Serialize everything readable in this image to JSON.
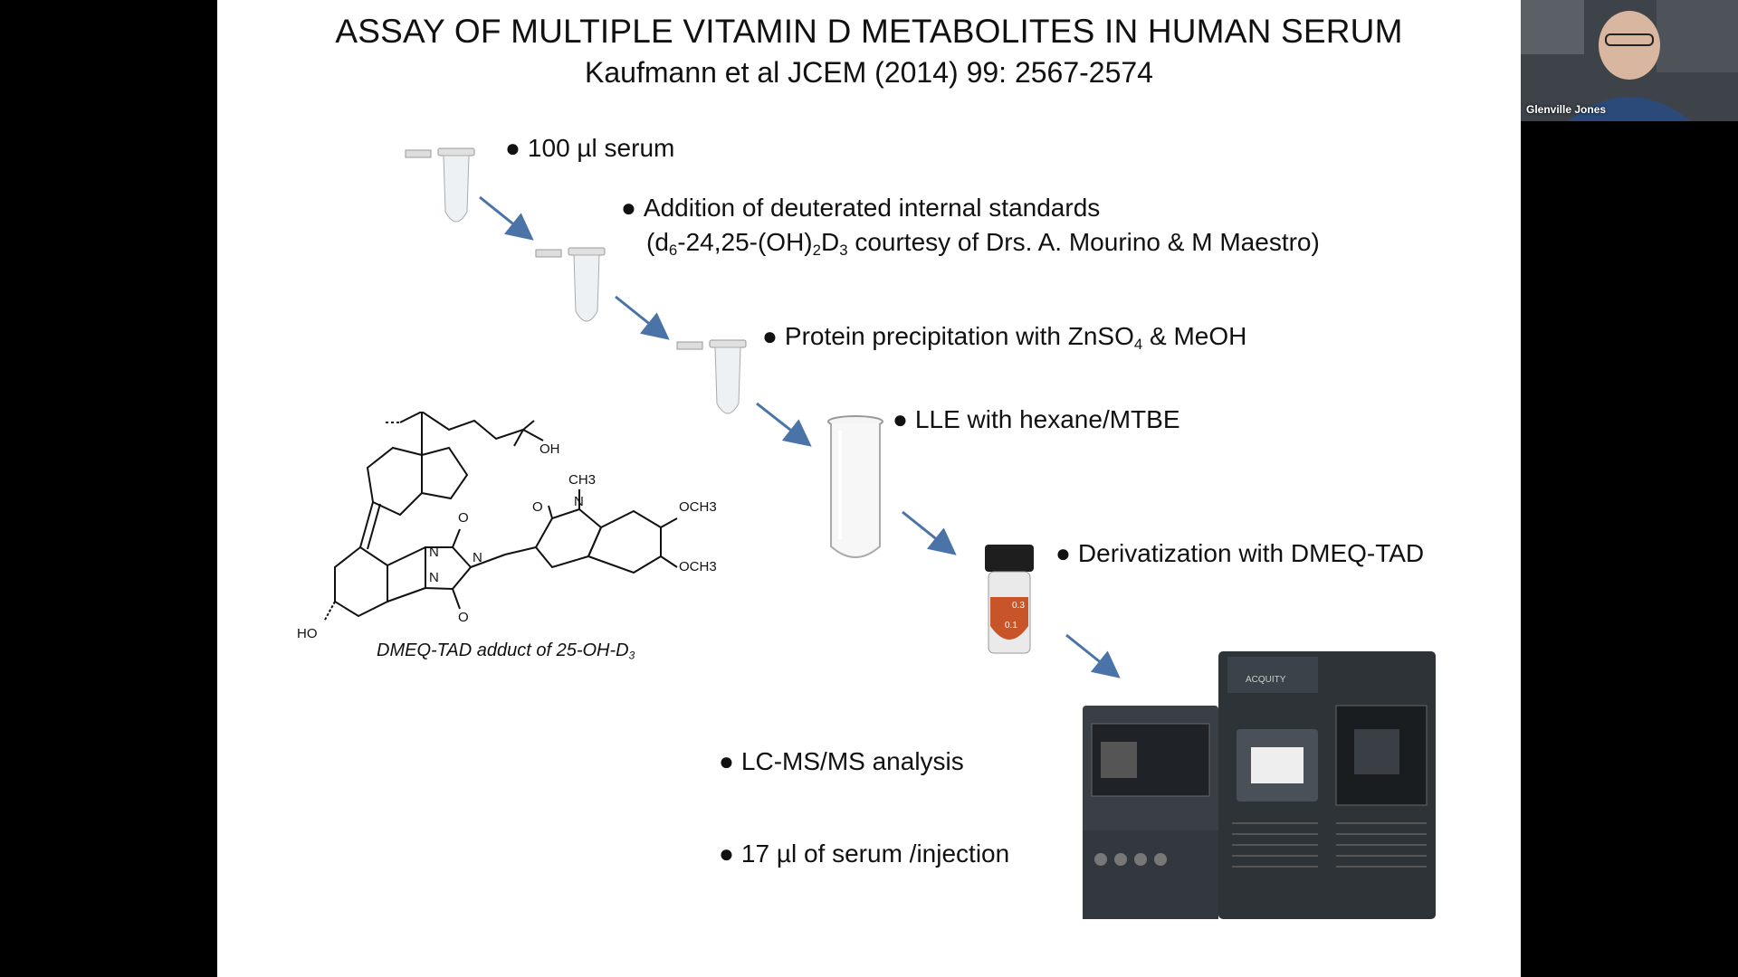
{
  "slide": {
    "title": "ASSAY OF MULTIPLE VITAMIN D METABOLITES IN HUMAN SERUM",
    "subtitle": "Kaufmann et al JCEM (2014) 99: 2567-2574",
    "bullet_symbol": "●",
    "steps": {
      "serum": "100 µl serum",
      "internal_standards_line1": "Addition of deuterated internal standards",
      "internal_standards_line2": {
        "part1": "(d",
        "sub1": "6",
        "part2": "-24,25-(OH)",
        "sub2": "2",
        "part3": "D",
        "sub3": "3",
        "part4": " courtesy of Drs. A. Mourino & M Maestro)"
      },
      "protein_precipitation": {
        "part1": "Protein precipitation with ZnSO",
        "sub1": "4",
        "part2": " & MeOH"
      },
      "lle": "LLE with hexane/MTBE",
      "derivatization": "Derivatization with DMEQ-TAD",
      "lcms": "LC-MS/MS analysis",
      "injection": "17 µl of serum /injection"
    },
    "structure": {
      "caption_main": "DMEQ-TAD adduct of 25-OH-D",
      "caption_sub": "3",
      "atom_labels": {
        "oh": "OH",
        "ch3": "CH3",
        "o_top": "O",
        "o_left": "O",
        "n_top": "N",
        "n1": "N",
        "n2": "N",
        "n_ring": "N",
        "o_bottom": "O",
        "och3_top": "OCH3",
        "och3_bottom": "OCH3",
        "ho": "HO"
      }
    },
    "vial_labels": {
      "top": "0.3",
      "bottom": "0.1"
    },
    "instrument_brand": "ACQUITY"
  },
  "video": {
    "participant_name": "Glenville Jones"
  },
  "colors": {
    "arrow": "#4a73a8",
    "vial_liquid": "#c8542a",
    "background": "#000000",
    "slide": "#ffffff"
  }
}
